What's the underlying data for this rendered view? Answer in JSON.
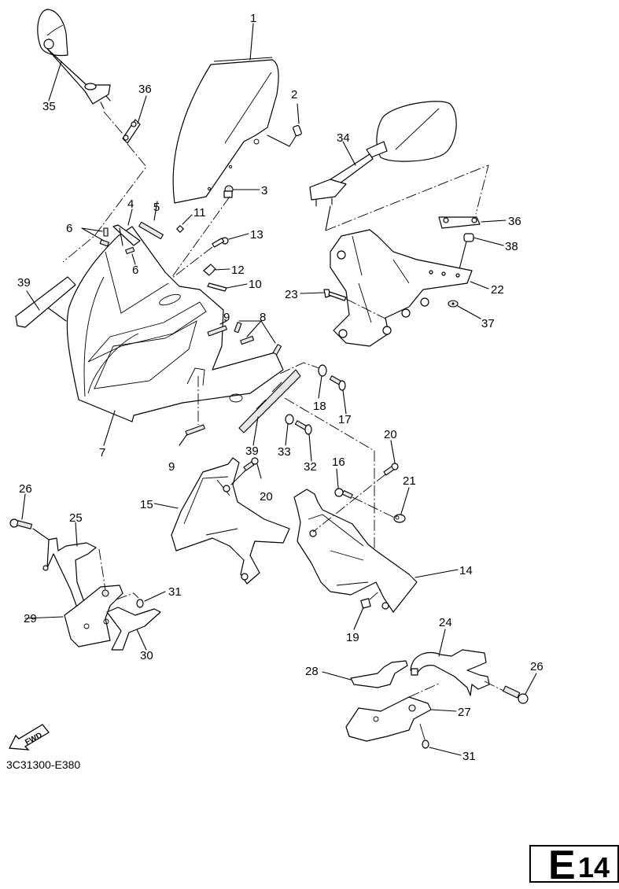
{
  "diagram": {
    "title": "Cowling parts exploded view",
    "drawing_code": "3C31300-E380",
    "page_label": {
      "letter": "E",
      "number": "14"
    },
    "fwd_arrow_label": "FWD",
    "callouts": [
      {
        "id": "c1",
        "label": "1",
        "part": "windshield"
      },
      {
        "id": "c2",
        "label": "2",
        "part": "screw"
      },
      {
        "id": "c3",
        "label": "3",
        "part": "grommet"
      },
      {
        "id": "c4",
        "label": "4",
        "part": "bracket"
      },
      {
        "id": "c5",
        "label": "5",
        "part": "damper"
      },
      {
        "id": "c6a",
        "label": "6",
        "part": "damper-pins"
      },
      {
        "id": "c6b",
        "label": "6",
        "part": "damper-pin"
      },
      {
        "id": "c7",
        "label": "7",
        "part": "front-cowling"
      },
      {
        "id": "c8",
        "label": "8",
        "part": "dampers"
      },
      {
        "id": "c9a",
        "label": "9",
        "part": "damper-strip"
      },
      {
        "id": "c9b",
        "label": "9",
        "part": "damper-strip"
      },
      {
        "id": "c10",
        "label": "10",
        "part": "damper-strip"
      },
      {
        "id": "c11",
        "label": "11",
        "part": "damper"
      },
      {
        "id": "c12",
        "label": "12",
        "part": "nut"
      },
      {
        "id": "c13",
        "label": "13",
        "part": "screw"
      },
      {
        "id": "c14",
        "label": "14",
        "part": "side-cowling-right"
      },
      {
        "id": "c15",
        "label": "15",
        "part": "side-cowling-left"
      },
      {
        "id": "c16",
        "label": "16",
        "part": "screw"
      },
      {
        "id": "c17",
        "label": "17",
        "part": "screw"
      },
      {
        "id": "c18",
        "label": "18",
        "part": "washer"
      },
      {
        "id": "c19",
        "label": "19",
        "part": "nut"
      },
      {
        "id": "c20a",
        "label": "20",
        "part": "bolt"
      },
      {
        "id": "c20b",
        "label": "20",
        "part": "bolt"
      },
      {
        "id": "c21",
        "label": "21",
        "part": "collar"
      },
      {
        "id": "c22",
        "label": "22",
        "part": "cowling-stay"
      },
      {
        "id": "c23",
        "label": "23",
        "part": "bolt"
      },
      {
        "id": "c24",
        "label": "24",
        "part": "bracket"
      },
      {
        "id": "c25",
        "label": "25",
        "part": "bracket"
      },
      {
        "id": "c26a",
        "label": "26",
        "part": "bolt"
      },
      {
        "id": "c26b",
        "label": "26",
        "part": "bolt"
      },
      {
        "id": "c27",
        "label": "27",
        "part": "inner-panel"
      },
      {
        "id": "c28",
        "label": "28",
        "part": "panel"
      },
      {
        "id": "c29",
        "label": "29",
        "part": "inner-panel"
      },
      {
        "id": "c30",
        "label": "30",
        "part": "panel"
      },
      {
        "id": "c31a",
        "label": "31",
        "part": "rivet"
      },
      {
        "id": "c31b",
        "label": "31",
        "part": "rivet"
      },
      {
        "id": "c32",
        "label": "32",
        "part": "screw"
      },
      {
        "id": "c33",
        "label": "33",
        "part": "washer"
      },
      {
        "id": "c34",
        "label": "34",
        "part": "rear-view-mirror-right"
      },
      {
        "id": "c35",
        "label": "35",
        "part": "rear-view-mirror-left"
      },
      {
        "id": "c36a",
        "label": "36",
        "part": "mirror-plate"
      },
      {
        "id": "c36b",
        "label": "36",
        "part": "mirror-plate"
      },
      {
        "id": "c37",
        "label": "37",
        "part": "nut"
      },
      {
        "id": "c38",
        "label": "38",
        "part": "damper"
      },
      {
        "id": "c39a",
        "label": "39",
        "part": "graphic"
      },
      {
        "id": "c39b",
        "label": "39",
        "part": "graphic"
      }
    ]
  }
}
